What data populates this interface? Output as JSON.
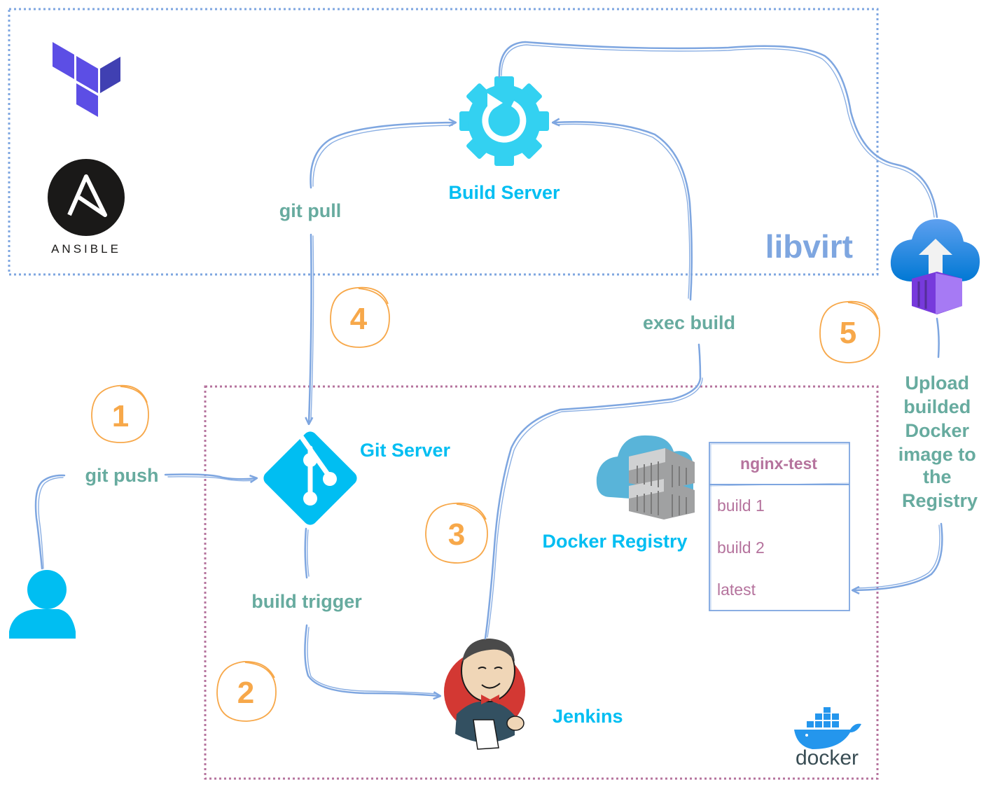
{
  "zones": {
    "libvirt_label": "libvirt"
  },
  "logos": {
    "ansible_wordmark": "ANSIBLE",
    "docker_wordmark": "docker"
  },
  "nodes": {
    "build_server": "Build Server",
    "git_server": "Git Server",
    "jenkins": "Jenkins",
    "docker_registry": "Docker Registry"
  },
  "edges": {
    "git_push": "git push",
    "build_trigger": "build trigger",
    "exec_build": "exec build",
    "git_pull": "git pull",
    "upload": [
      "Upload",
      "builded",
      "Docker",
      "image to",
      "the",
      "Registry"
    ]
  },
  "steps": [
    "1",
    "2",
    "3",
    "4",
    "5"
  ],
  "registry_table": {
    "header": "nginx-test",
    "rows": [
      "build 1",
      "build 2",
      "latest"
    ]
  },
  "colors": {
    "arrow": "#7EA6E0",
    "step": "#F7A84A",
    "label_green": "#67AB9F",
    "label_blue": "#00BEF2",
    "registry_text": "#B5739D",
    "libvirt_border": "#7EA6E0",
    "docker_zone_border": "#B5739D",
    "terraform": "#5C4EE5",
    "ansible": "#1A1918"
  },
  "icons": [
    "terraform-icon",
    "ansible-icon",
    "gear-icon",
    "git-icon",
    "user-icon",
    "jenkins-icon",
    "cloud-registry-icon",
    "cloud-upload-icon",
    "docker-whale-icon"
  ]
}
